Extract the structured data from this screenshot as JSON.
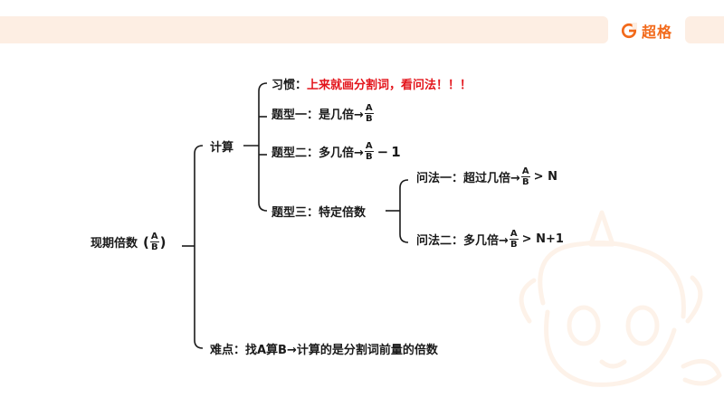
{
  "brand": {
    "name": "超格",
    "accent": "#f26a1b",
    "icon": "brand-logo-icon"
  },
  "root": {
    "label": "现期倍数",
    "frac_num": "A",
    "frac_den": "B",
    "open": "(",
    "close": ")"
  },
  "branch_calc": {
    "label": "计算",
    "habit": {
      "prefix": "习惯：",
      "text": "上来就画分割词，看问法！！！"
    },
    "type1": {
      "label": "题型一：是几倍→",
      "num": "A",
      "den": "B"
    },
    "type2": {
      "label": "题型二：多几倍→",
      "num": "A",
      "den": "B",
      "op": "−",
      "tail": "1"
    },
    "type3": {
      "label": "题型三：特定倍数",
      "ask1": {
        "label": "问法一：超过几倍→",
        "num": "A",
        "den": "B",
        "tail": "> N"
      },
      "ask2": {
        "label": "问法二：多几倍→",
        "num": "A",
        "den": "B",
        "tail": "> N+1"
      }
    }
  },
  "branch_hard": {
    "label": "难点：找A算B→计算的是分割词前量的倍数"
  }
}
